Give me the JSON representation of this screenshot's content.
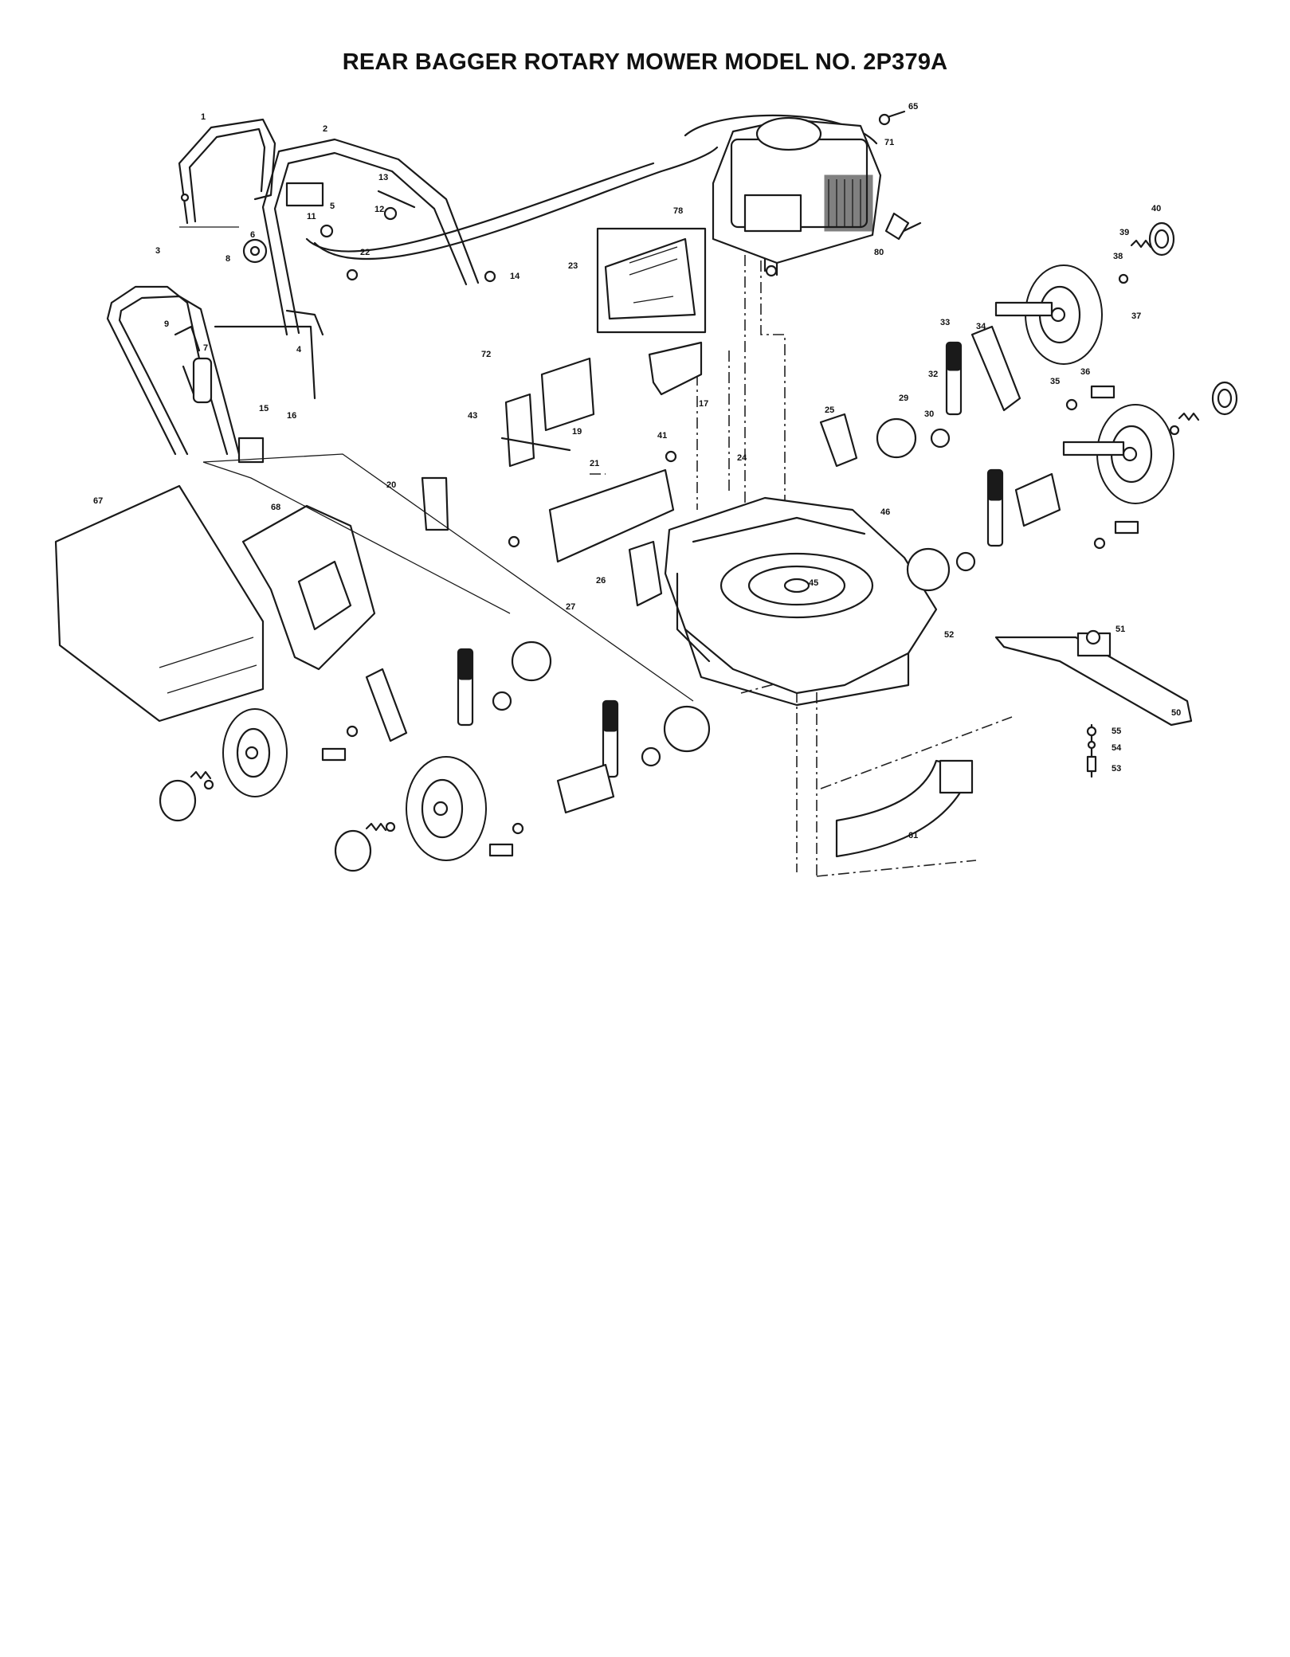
{
  "title": "REAR BAGGER ROTARY MOWER MODEL NO. 2P379A",
  "callouts": {
    "p1": "1",
    "p2": "2",
    "p3": "3",
    "p4": "4",
    "p5": "5",
    "p6": "6",
    "p7": "7",
    "p8": "8",
    "p9": "9",
    "p11": "11",
    "p12": "12",
    "p13": "13",
    "p14": "14",
    "p15": "15",
    "p16": "16",
    "p17": "17",
    "p19": "19",
    "p20": "20",
    "p21": "21",
    "p22": "22",
    "p23": "23",
    "p24": "24",
    "p25": "25",
    "p26": "26",
    "p27": "27",
    "p29": "29",
    "p30": "30",
    "p32": "32",
    "p33": "33",
    "p34": "34",
    "p35": "35",
    "p36": "36",
    "p37": "37",
    "p38": "38",
    "p39": "39",
    "p40": "40",
    "p41": "41",
    "p43": "43",
    "p45": "45",
    "p46": "46",
    "p50": "50",
    "p51": "51",
    "p52": "52",
    "p53": "53",
    "p54": "54",
    "p55": "55",
    "p61": "61",
    "p65": "65",
    "p67": "67",
    "p68": "68",
    "p71": "71",
    "p72": "72",
    "p78": "78",
    "p80": "80"
  }
}
